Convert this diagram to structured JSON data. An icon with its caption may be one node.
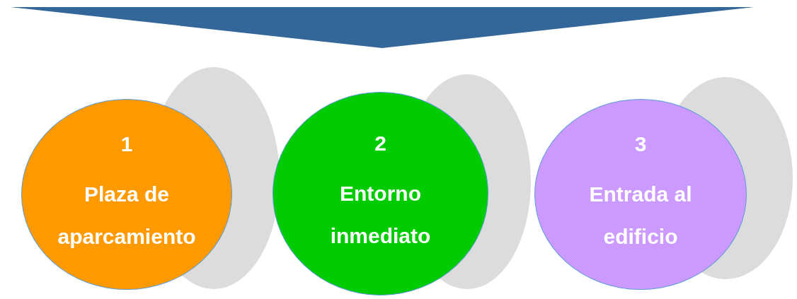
{
  "diagram": {
    "nodes": [
      {
        "text": [],
        "shape": "chevron"
      },
      {
        "text": [
          "1",
          "Plaza de aparcamiento"
        ]
      },
      {
        "text": [
          "2",
          "Entorno inmediato"
        ]
      },
      {
        "text": [
          "3",
          "Entrada al edificio"
        ]
      }
    ]
  }
}
